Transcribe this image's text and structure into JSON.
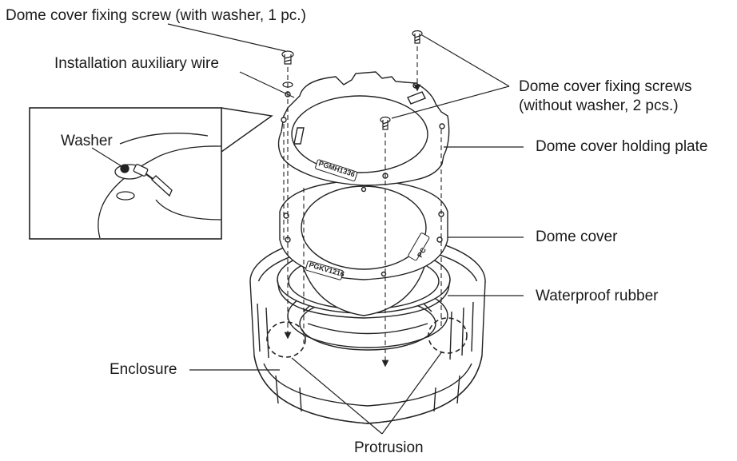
{
  "labels": {
    "dome_cover_fixing_screw_washer": "Dome cover fixing screw (with washer, 1 pc.)",
    "installation_auxiliary_wire": "Installation auxiliary wire",
    "dome_cover_fixing_screws_line1": "Dome cover fixing screws",
    "dome_cover_fixing_screws_line2": "(without washer, 2 pcs.)",
    "dome_cover_holding_plate": "Dome cover holding plate",
    "washer": "Washer",
    "dome_cover": "Dome cover",
    "waterproof_rubber": "Waterproof rubber",
    "enclosure": "Enclosure",
    "protrusion": "Protrusion"
  },
  "engravings": {
    "holding_plate_code": "PGMH1336",
    "dome_cover_code": "PGKV1216",
    "arrow_mark": "PC"
  }
}
